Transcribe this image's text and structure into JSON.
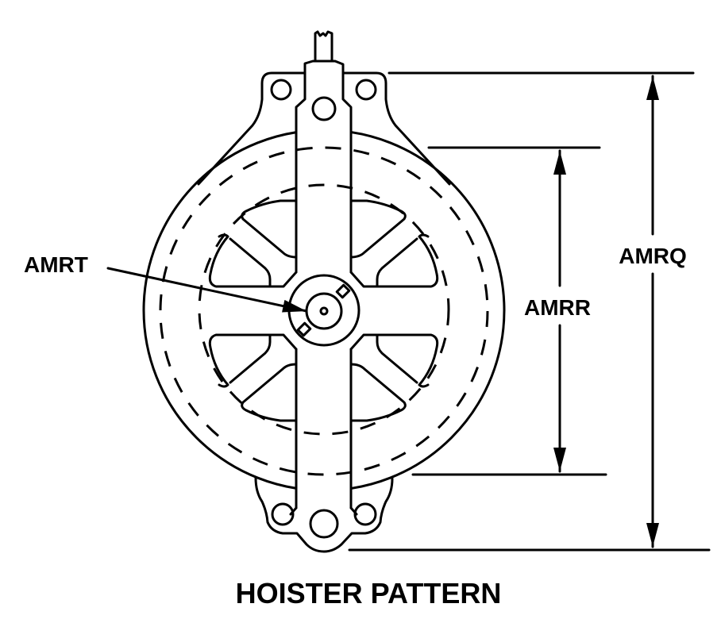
{
  "diagram": {
    "title": "HOISTER PATTERN",
    "labels": {
      "overall_height": "AMRQ",
      "drum_diameter": "AMRR",
      "center_hub": "AMRT"
    },
    "colors": {
      "line": "#000000",
      "background": "#ffffff"
    }
  }
}
